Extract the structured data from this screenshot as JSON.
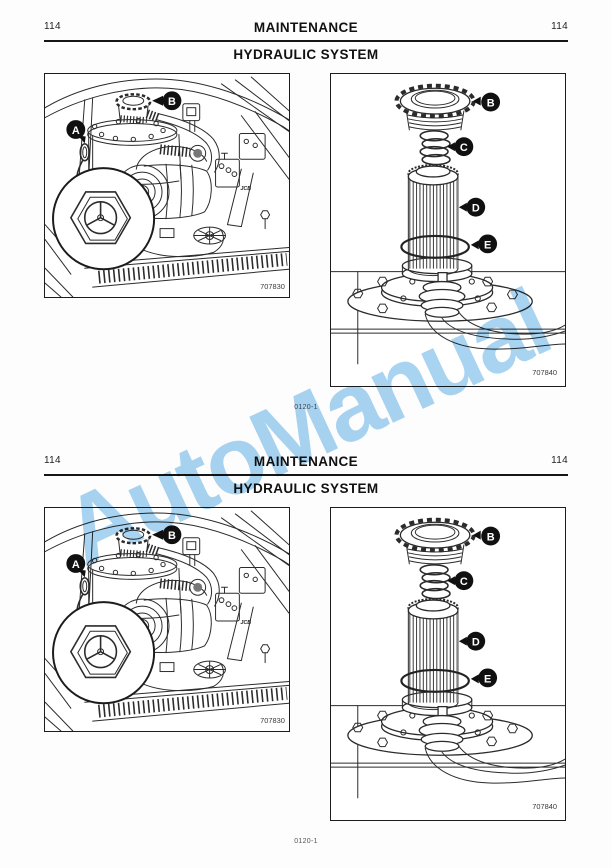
{
  "watermark": {
    "text": "AutoManual",
    "color": "#a8d4f1"
  },
  "header": {
    "page_number_left": "114",
    "title": "MAINTENANCE",
    "page_number_right": "114"
  },
  "subtitle": "HYDRAULIC SYSTEM",
  "footer_code": "0120-1",
  "figures": {
    "engine": {
      "number": "707830",
      "logo": "JCB",
      "callouts": {
        "a": "A",
        "b": "B"
      }
    },
    "filter": {
      "number": "707840",
      "callouts": {
        "b": "B",
        "c": "C",
        "d": "D",
        "e": "E"
      }
    }
  }
}
